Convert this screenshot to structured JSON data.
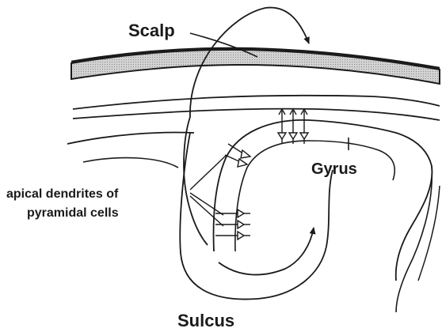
{
  "labels": {
    "scalp": "Scalp",
    "gyrus": "Gyrus",
    "apical_line1": "apical dendrites of",
    "apical_line2": "pyramidal cells",
    "sulcus": "Sulcus"
  },
  "colors": {
    "ink": "#1a1a1a",
    "scalp_band": "#b9b9b9"
  }
}
